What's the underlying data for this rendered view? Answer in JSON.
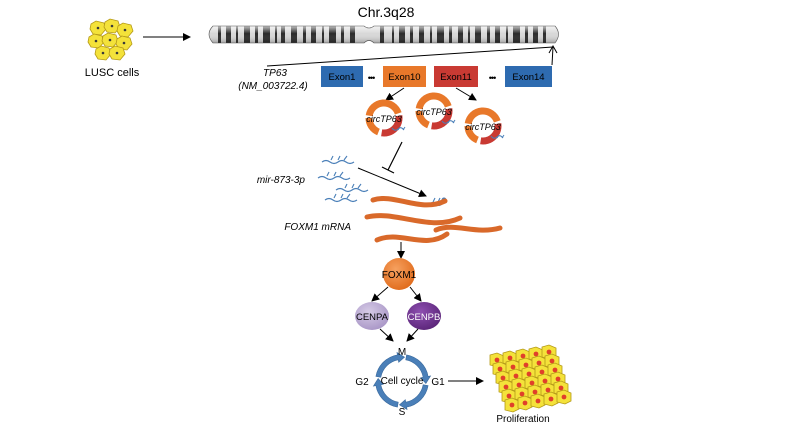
{
  "labels": {
    "chromosome": "Chr.3q28",
    "cells": "LUSC cells",
    "gene": "TP63",
    "accession": "(NM_003722.4)",
    "mirna": "mir-873-3p",
    "mrna": "FOXM1 mRNA",
    "proliferation": "Proliferation"
  },
  "exons": [
    "Exon1",
    "Exon10",
    "Exon11",
    "Exon14"
  ],
  "ellipsis": "•••",
  "circrna": [
    "circTP63",
    "circTP63",
    "circTP63"
  ],
  "proteins": {
    "foxm1": "FOXM1",
    "cenpa": "CENPA",
    "cenpb": "CENPB"
  },
  "cell_cycle": {
    "center": "Cell cycle",
    "m": "M",
    "g1": "G1",
    "s": "S",
    "g2": "G2"
  },
  "colors": {
    "exon_blue": "#2e6bb0",
    "exon_orange": "#e8782a",
    "exon_red": "#c93a33",
    "strand_orange": "#d9692a",
    "foxm1": "#e8782a",
    "cenpa": "#b8a8d0",
    "cenpb": "#6b2f8e",
    "cycle_blue": "#4a7fb8",
    "mirna_blue": "#4a7fb8",
    "cell_yellow": "#f4e23a",
    "cell_nucleus": "#e0402a"
  }
}
